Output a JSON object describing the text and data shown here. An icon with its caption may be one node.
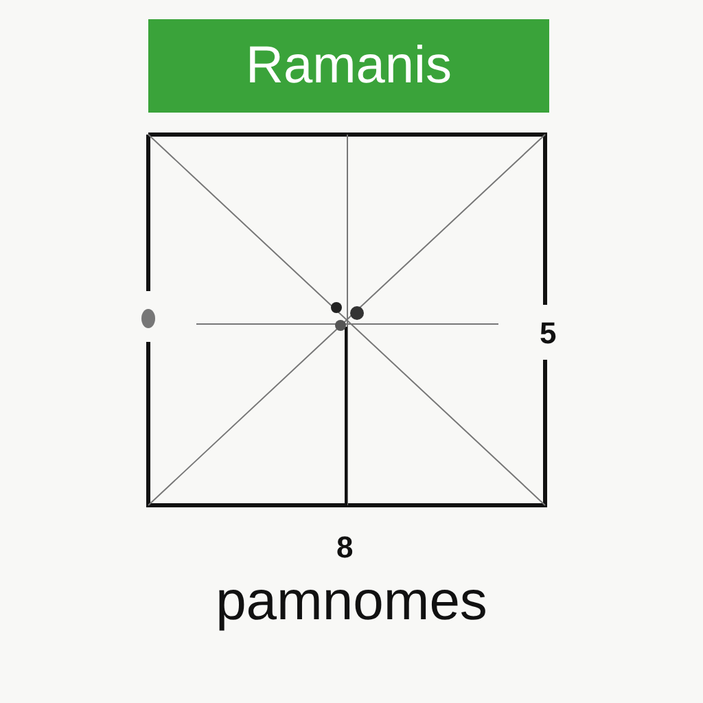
{
  "diagram": {
    "title": "Ramanis",
    "labels": [
      "5",
      "8"
    ],
    "caption": "pamnomes"
  }
}
